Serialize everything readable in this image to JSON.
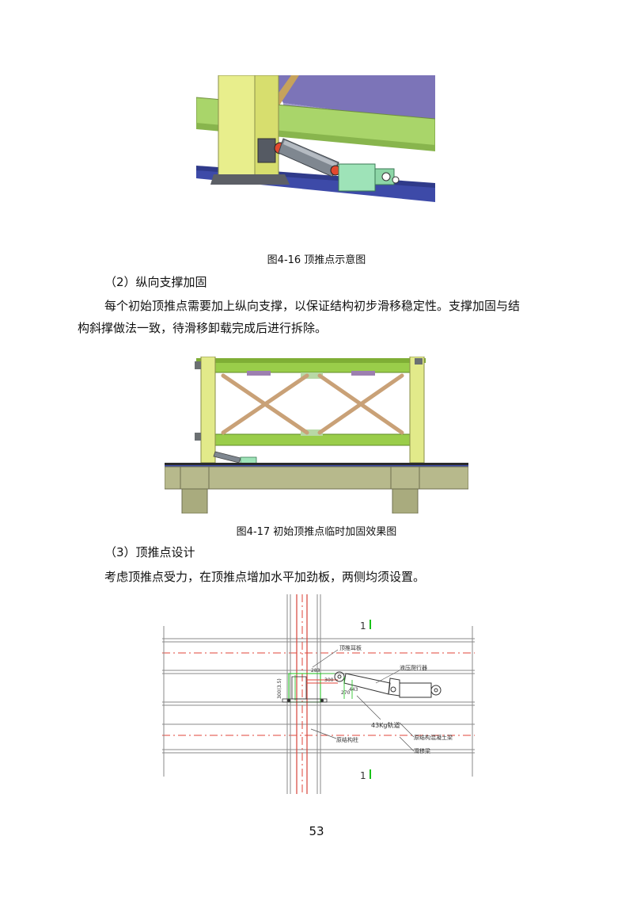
{
  "figure1": {
    "caption": "图4-16  顶推点示意图"
  },
  "section2": {
    "heading": "（2）纵向支撑加固",
    "para_line1": "每个初始顶推点需要加上纵向支撑，以保证结构初步滑移稳定性。支撑加固与结",
    "para_line2": "构斜撑做法一致，待滑移卸载完成后进行拆除。"
  },
  "figure2": {
    "caption": "图4-17  初始顶推点临时加固效果图"
  },
  "section3": {
    "heading": "（3）顶推点设计",
    "para": "考虑顶推点受力，在顶推点增加水平加劲板，两侧均须设置。"
  },
  "figure3": {
    "section_mark_top": "1",
    "section_mark_bottom": "1",
    "label_ear_plate": "顶推耳板",
    "label_jack": "液压爬行器",
    "label_rail": "43Kg轨道",
    "label_column": "原结构柱",
    "label_beam": "原结构混凝土梁",
    "label_slide": "滑移梁",
    "dim_283": "283",
    "dim_300": "300",
    "dim_300b": "300(3.5)",
    "dim_270": "270",
    "dim_443": "443"
  },
  "page": {
    "number": "53"
  },
  "colors": {
    "steel_green": "#9acd4a",
    "steel_yellow": "#e8ee8c",
    "jack_gray": "#7f8790",
    "rail_blue": "#3d4aa8",
    "brace_tan": "#c9a177",
    "concrete": "#b7b98c",
    "cad_red": "#e0463a",
    "cad_green": "#19c219"
  }
}
